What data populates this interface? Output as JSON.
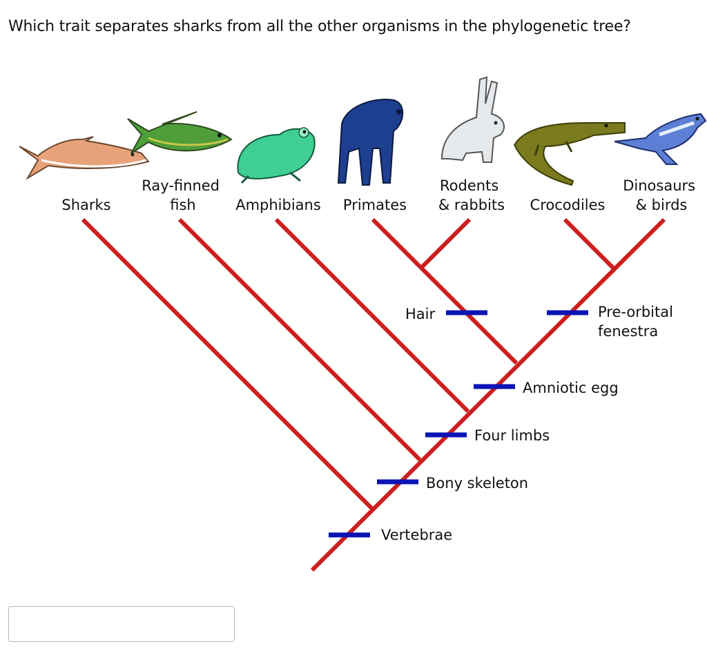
{
  "question": "Which trait separates sharks from all the other organisms in the phylogenetic tree?",
  "taxa": {
    "sharks": [
      "Sharks"
    ],
    "fish": [
      "Ray-finned",
      "fish"
    ],
    "amphibians": [
      "Amphibians"
    ],
    "primates": [
      "Primates"
    ],
    "rodents": [
      "Rodents",
      "& rabbits"
    ],
    "crocodiles": [
      "Crocodiles"
    ],
    "dinosaurs": [
      "Dinosaurs",
      "& birds"
    ]
  },
  "traits": {
    "vertebrae": [
      "Vertebrae"
    ],
    "bony": [
      "Bony skeleton"
    ],
    "limbs": [
      "Four limbs"
    ],
    "amniotic": [
      "Amniotic egg"
    ],
    "hair": [
      "Hair"
    ],
    "preorbital": [
      "Pre-orbital",
      "fenestra"
    ]
  },
  "answer": {
    "value": "",
    "placeholder": ""
  },
  "colors": {
    "branch": "#cc1f1f",
    "trait_bar": "#0a14b4"
  },
  "icons": [
    "shark-image",
    "fish-image",
    "frog-image",
    "gorilla-image",
    "rabbit-image",
    "crocodile-image",
    "bird-image"
  ]
}
